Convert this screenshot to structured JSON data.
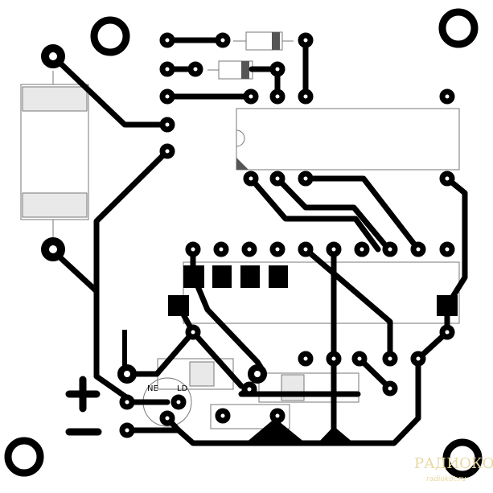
{
  "board": {
    "polarity": {
      "plus": "+",
      "minus": "−"
    },
    "labels": {
      "ne": "NE",
      "ld": "LD"
    },
    "watermark": {
      "main": "РАДИОКОТ",
      "sub": "radiokot.ru"
    },
    "colors": {
      "copper": "#000000",
      "silkscreen": "#777777",
      "background": "#ffffff",
      "watermark": "#e7d8a0"
    }
  }
}
